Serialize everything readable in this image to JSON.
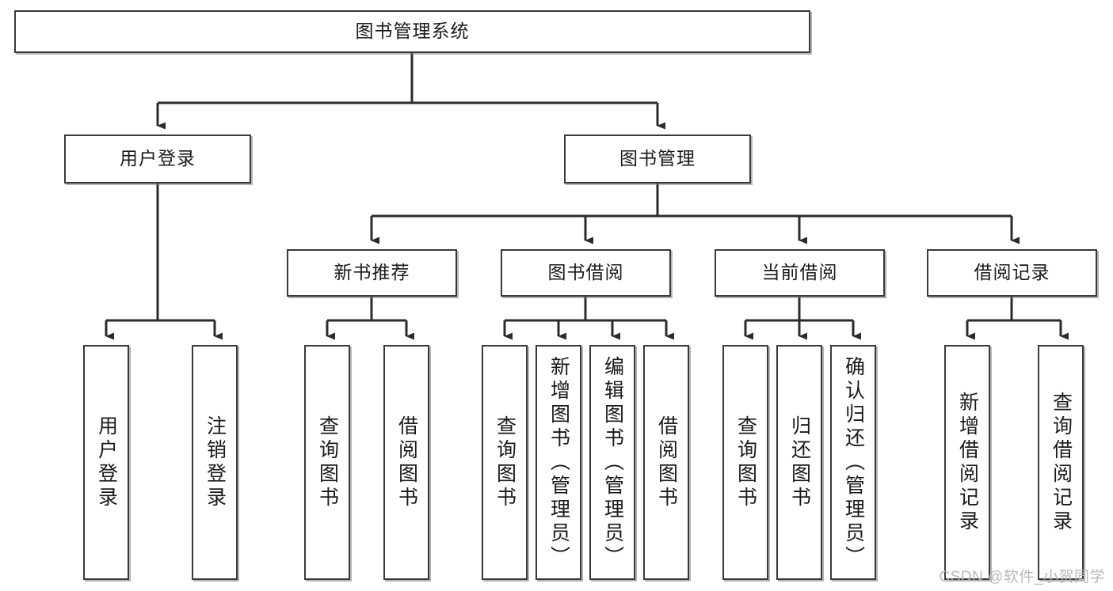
{
  "diagram": {
    "title": "图书管理系统",
    "type": "tree",
    "watermark": "CSDN @软件_小贺同学",
    "colors": {
      "node_border": "#3a3a3a",
      "node_fill": "#ffffff",
      "connector": "#2b2b2b",
      "text": "#1a1a1a",
      "watermark": "#b9b9b9"
    },
    "root": {
      "label": "图书管理系统"
    },
    "level2": [
      {
        "label": "用户登录"
      },
      {
        "label": "图书管理"
      }
    ],
    "level3": [
      {
        "label": "新书推荐"
      },
      {
        "label": "图书借阅"
      },
      {
        "label": "当前借阅"
      },
      {
        "label": "借阅记录"
      }
    ],
    "leaves": {
      "user_login": [
        {
          "label": "用户登录"
        },
        {
          "label": "注销登录"
        }
      ],
      "new_book_recommend": [
        {
          "label": "查询图书"
        },
        {
          "label": "借阅图书"
        }
      ],
      "book_borrow": [
        {
          "label": "查询图书"
        },
        {
          "label": "新增图书（管理员）"
        },
        {
          "label": "编辑图书（管理员）"
        },
        {
          "label": "借阅图书"
        }
      ],
      "current_borrow": [
        {
          "label": "查询图书"
        },
        {
          "label": "归还图书"
        },
        {
          "label": "确认归还（管理员）"
        }
      ],
      "borrow_record": [
        {
          "label": "新增借阅记录"
        },
        {
          "label": "查询借阅记录"
        }
      ]
    }
  }
}
